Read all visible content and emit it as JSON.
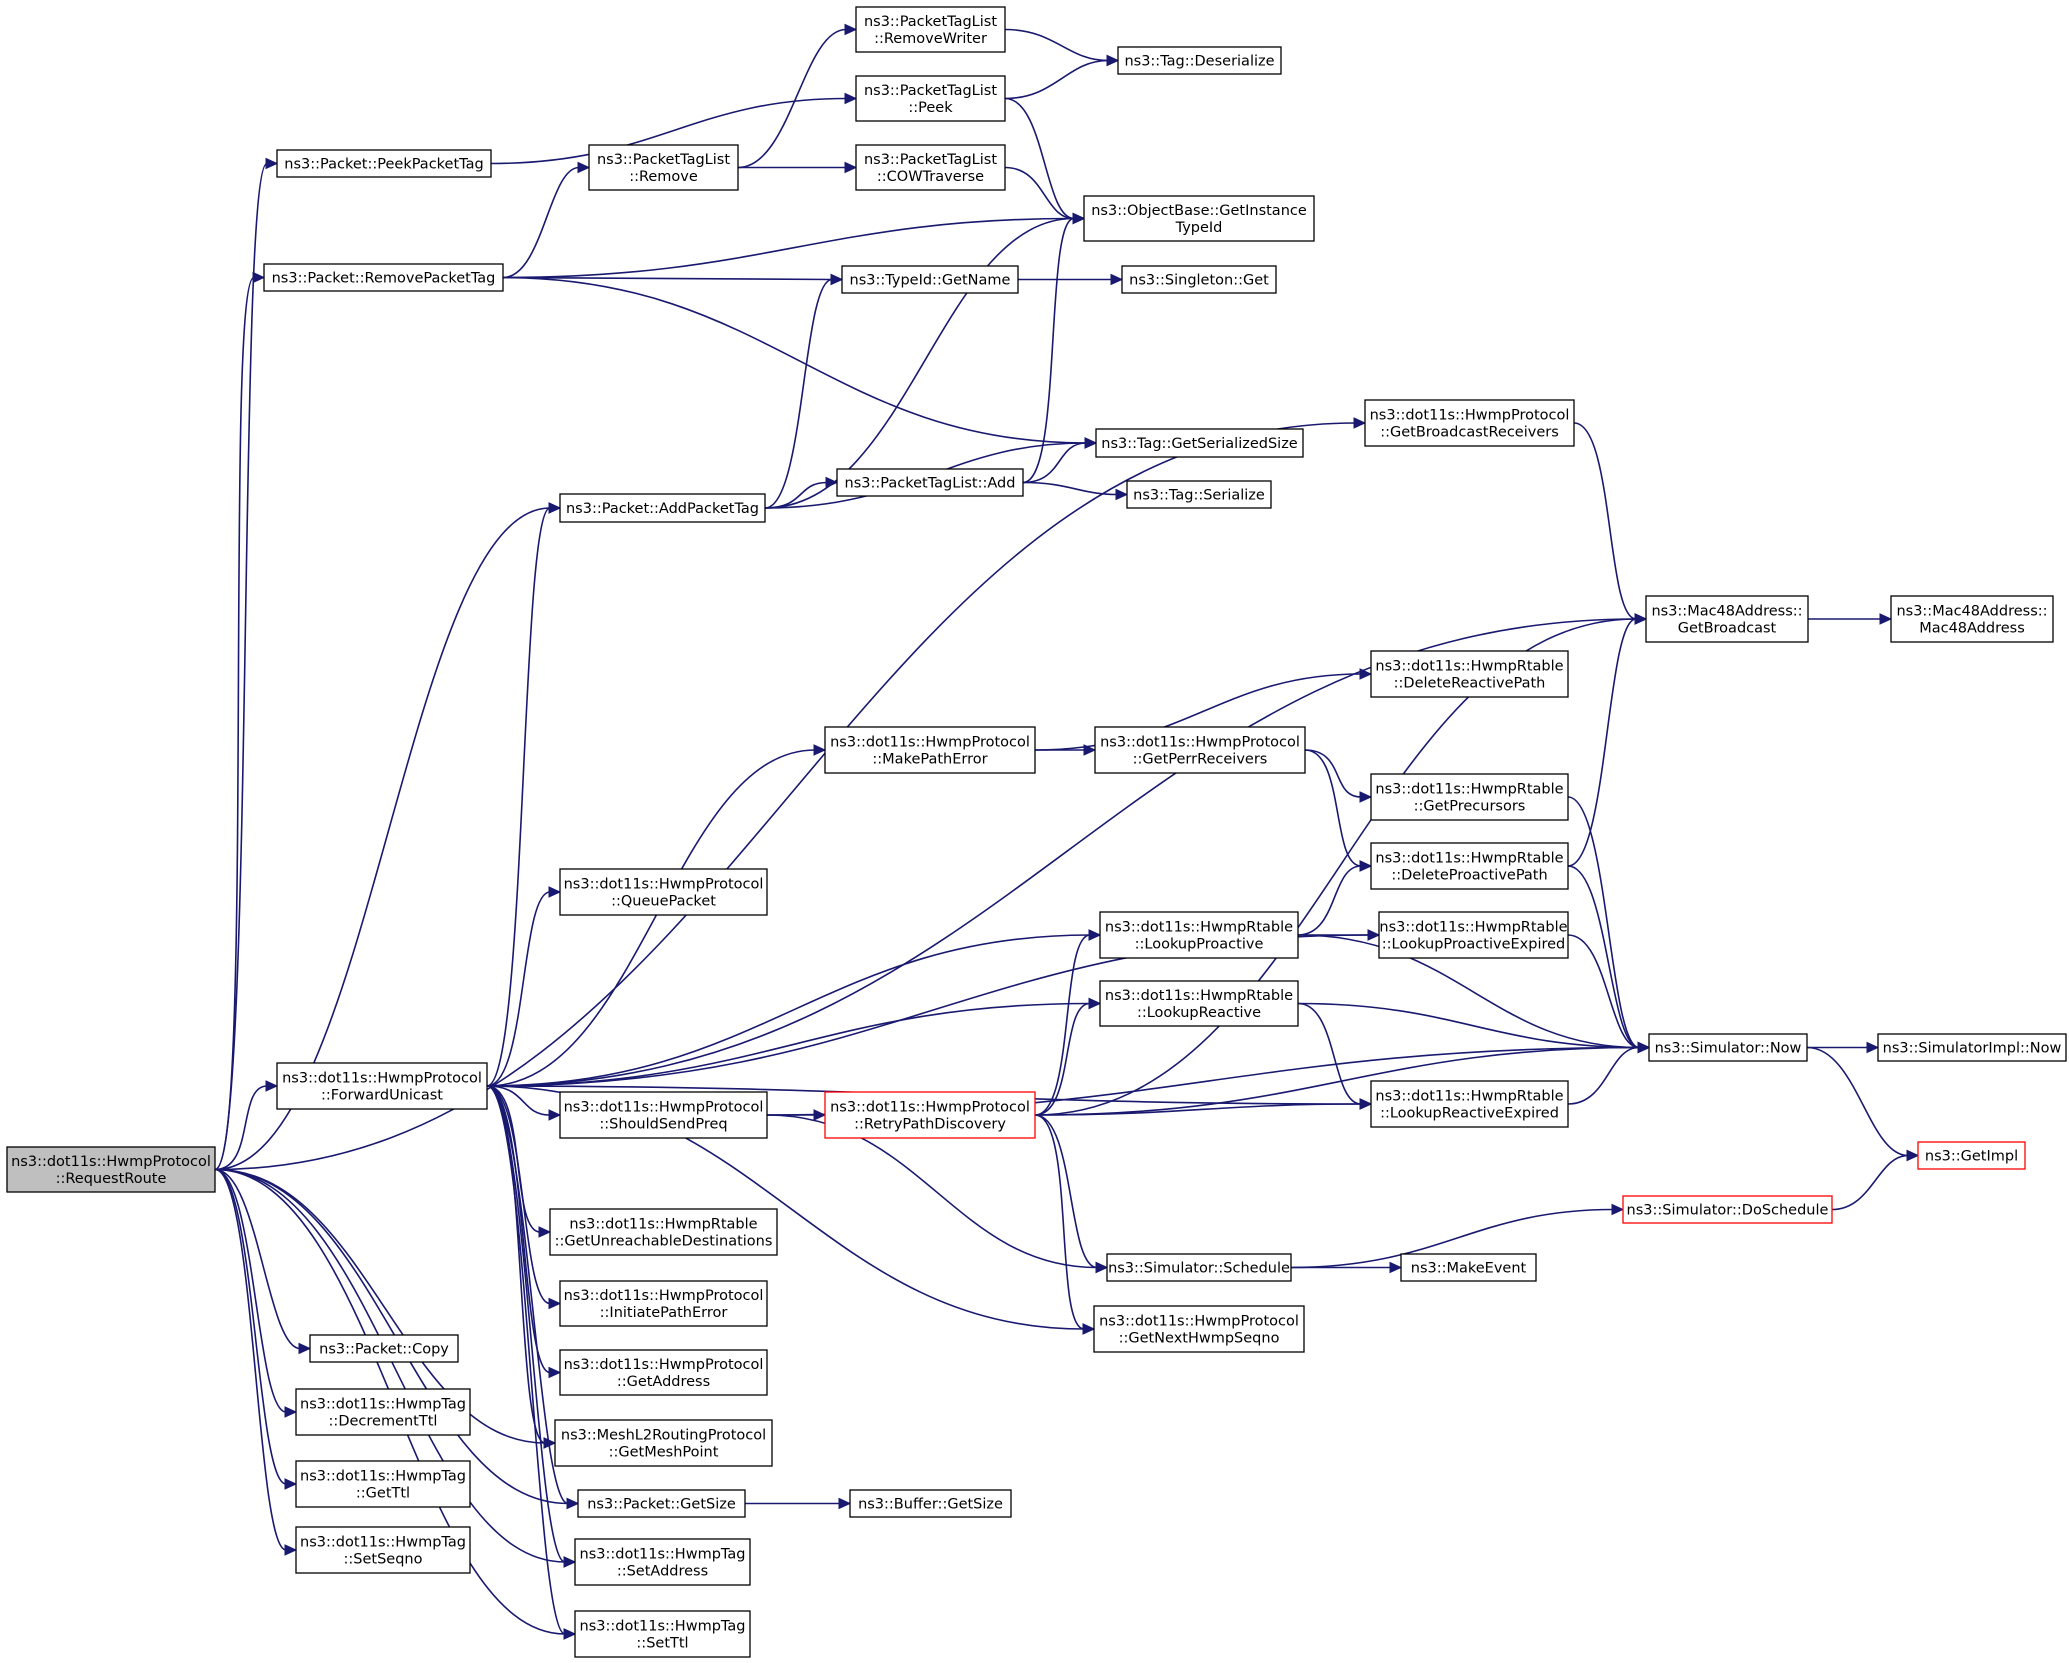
{
  "colors": {
    "edge": "#191970",
    "root_fill": "#bfbfbf",
    "truncated_border": "#ff0000"
  },
  "nodes": [
    {
      "id": "root",
      "lines": [
        "ns3::dot11s::HwmpProtocol",
        "::RequestRoute"
      ],
      "style": "root"
    },
    {
      "id": "peekPacketTag",
      "lines": [
        "ns3::Packet::PeekPacketTag"
      ]
    },
    {
      "id": "removePacketTag",
      "lines": [
        "ns3::Packet::RemovePacketTag"
      ]
    },
    {
      "id": "addPacketTag",
      "lines": [
        "ns3::Packet::AddPacketTag"
      ]
    },
    {
      "id": "forwardUnicast",
      "lines": [
        "ns3::dot11s::HwmpProtocol",
        "::ForwardUnicast"
      ]
    },
    {
      "id": "packetCopy",
      "lines": [
        "ns3::Packet::Copy"
      ]
    },
    {
      "id": "decrementTtl",
      "lines": [
        "ns3::dot11s::HwmpTag",
        "::DecrementTtl"
      ]
    },
    {
      "id": "getTtl",
      "lines": [
        "ns3::dot11s::HwmpTag",
        "::GetTtl"
      ]
    },
    {
      "id": "setSeqno",
      "lines": [
        "ns3::dot11s::HwmpTag",
        "::SetSeqno"
      ]
    },
    {
      "id": "ptlRemove",
      "lines": [
        "ns3::PacketTagList",
        "::Remove"
      ]
    },
    {
      "id": "queuePacket",
      "lines": [
        "ns3::dot11s::HwmpProtocol",
        "::QueuePacket"
      ]
    },
    {
      "id": "shouldSendPreq",
      "lines": [
        "ns3::dot11s::HwmpProtocol",
        "::ShouldSendPreq"
      ]
    },
    {
      "id": "getUnreachable",
      "lines": [
        "ns3::dot11s::HwmpRtable",
        "::GetUnreachableDestinations"
      ]
    },
    {
      "id": "initiatePathError",
      "lines": [
        "ns3::dot11s::HwmpProtocol",
        "::InitiatePathError"
      ]
    },
    {
      "id": "getAddress",
      "lines": [
        "ns3::dot11s::HwmpProtocol",
        "::GetAddress"
      ]
    },
    {
      "id": "getMeshPoint",
      "lines": [
        "ns3::MeshL2RoutingProtocol",
        "::GetMeshPoint"
      ]
    },
    {
      "id": "packetGetSize",
      "lines": [
        "ns3::Packet::GetSize"
      ]
    },
    {
      "id": "setAddress",
      "lines": [
        "ns3::dot11s::HwmpTag",
        "::SetAddress"
      ]
    },
    {
      "id": "setTtl",
      "lines": [
        "ns3::dot11s::HwmpTag",
        "::SetTtl"
      ]
    },
    {
      "id": "ptlRemoveWriter",
      "lines": [
        "ns3::PacketTagList",
        "::RemoveWriter"
      ]
    },
    {
      "id": "ptlPeek",
      "lines": [
        "ns3::PacketTagList",
        "::Peek"
      ]
    },
    {
      "id": "ptlCowTraverse",
      "lines": [
        "ns3::PacketTagList",
        "::COWTraverse"
      ]
    },
    {
      "id": "typeIdGetName",
      "lines": [
        "ns3::TypeId::GetName"
      ]
    },
    {
      "id": "ptlAdd",
      "lines": [
        "ns3::PacketTagList::Add"
      ]
    },
    {
      "id": "makePathError",
      "lines": [
        "ns3::dot11s::HwmpProtocol",
        "::MakePathError"
      ]
    },
    {
      "id": "retryPathDiscovery",
      "lines": [
        "ns3::dot11s::HwmpProtocol",
        "::RetryPathDiscovery"
      ],
      "style": "truncated"
    },
    {
      "id": "bufferGetSize",
      "lines": [
        "ns3::Buffer::GetSize"
      ]
    },
    {
      "id": "tagDeserialize",
      "lines": [
        "ns3::Tag::Deserialize"
      ]
    },
    {
      "id": "getInstanceTypeId",
      "lines": [
        "ns3::ObjectBase::GetInstance",
        "TypeId"
      ]
    },
    {
      "id": "singletonGet",
      "lines": [
        "ns3::Singleton::Get"
      ]
    },
    {
      "id": "tagGetSerializedSize",
      "lines": [
        "ns3::Tag::GetSerializedSize"
      ]
    },
    {
      "id": "tagSerialize",
      "lines": [
        "ns3::Tag::Serialize"
      ]
    },
    {
      "id": "getPerrReceivers",
      "lines": [
        "ns3::dot11s::HwmpProtocol",
        "::GetPerrReceivers"
      ]
    },
    {
      "id": "lookupProactive",
      "lines": [
        "ns3::dot11s::HwmpRtable",
        "::LookupProactive"
      ]
    },
    {
      "id": "lookupReactive",
      "lines": [
        "ns3::dot11s::HwmpRtable",
        "::LookupReactive"
      ]
    },
    {
      "id": "simSchedule",
      "lines": [
        "ns3::Simulator::Schedule"
      ]
    },
    {
      "id": "getNextHwmpSeqno",
      "lines": [
        "ns3::dot11s::HwmpProtocol",
        "::GetNextHwmpSeqno"
      ]
    },
    {
      "id": "getBroadcastReceivers",
      "lines": [
        "ns3::dot11s::HwmpProtocol",
        "::GetBroadcastReceivers"
      ]
    },
    {
      "id": "deleteReactivePath",
      "lines": [
        "ns3::dot11s::HwmpRtable",
        "::DeleteReactivePath"
      ]
    },
    {
      "id": "getPrecursors",
      "lines": [
        "ns3::dot11s::HwmpRtable",
        "::GetPrecursors"
      ]
    },
    {
      "id": "deleteProactivePath",
      "lines": [
        "ns3::dot11s::HwmpRtable",
        "::DeleteProactivePath"
      ]
    },
    {
      "id": "lookupProactiveExpired",
      "lines": [
        "ns3::dot11s::HwmpRtable",
        "::LookupProactiveExpired"
      ]
    },
    {
      "id": "lookupReactiveExpired",
      "lines": [
        "ns3::dot11s::HwmpRtable",
        "::LookupReactiveExpired"
      ]
    },
    {
      "id": "makeEvent",
      "lines": [
        "ns3::MakeEvent"
      ]
    },
    {
      "id": "getBroadcast",
      "lines": [
        "ns3::Mac48Address::",
        "GetBroadcast"
      ]
    },
    {
      "id": "simNow",
      "lines": [
        "ns3::Simulator::Now"
      ]
    },
    {
      "id": "doSchedule",
      "lines": [
        "ns3::Simulator::DoSchedule"
      ],
      "style": "truncated"
    },
    {
      "id": "mac48Address",
      "lines": [
        "ns3::Mac48Address::",
        "Mac48Address"
      ]
    },
    {
      "id": "simImplNow",
      "lines": [
        "ns3::SimulatorImpl::Now"
      ]
    },
    {
      "id": "getImpl",
      "lines": [
        "ns3::GetImpl"
      ],
      "style": "truncated"
    }
  ],
  "edges": [
    [
      "root",
      "peekPacketTag"
    ],
    [
      "root",
      "removePacketTag"
    ],
    [
      "root",
      "getBroadcastReceivers"
    ],
    [
      "root",
      "addPacketTag"
    ],
    [
      "root",
      "forwardUnicast"
    ],
    [
      "root",
      "packetCopy"
    ],
    [
      "root",
      "decrementTtl"
    ],
    [
      "root",
      "getTtl"
    ],
    [
      "root",
      "setSeqno"
    ],
    [
      "root",
      "getMeshPoint"
    ],
    [
      "root",
      "packetGetSize"
    ],
    [
      "root",
      "setAddress"
    ],
    [
      "root",
      "setTtl"
    ],
    [
      "peekPacketTag",
      "ptlPeek"
    ],
    [
      "removePacketTag",
      "ptlRemove"
    ],
    [
      "removePacketTag",
      "getInstanceTypeId"
    ],
    [
      "removePacketTag",
      "typeIdGetName"
    ],
    [
      "removePacketTag",
      "tagGetSerializedSize"
    ],
    [
      "ptlRemove",
      "ptlRemoveWriter"
    ],
    [
      "ptlRemove",
      "ptlCowTraverse"
    ],
    [
      "ptlRemoveWriter",
      "tagDeserialize"
    ],
    [
      "ptlPeek",
      "tagDeserialize"
    ],
    [
      "ptlPeek",
      "getInstanceTypeId"
    ],
    [
      "ptlCowTraverse",
      "getInstanceTypeId"
    ],
    [
      "typeIdGetName",
      "singletonGet"
    ],
    [
      "addPacketTag",
      "typeIdGetName"
    ],
    [
      "addPacketTag",
      "getInstanceTypeId"
    ],
    [
      "addPacketTag",
      "ptlAdd"
    ],
    [
      "addPacketTag",
      "tagGetSerializedSize"
    ],
    [
      "ptlAdd",
      "getInstanceTypeId"
    ],
    [
      "ptlAdd",
      "tagGetSerializedSize"
    ],
    [
      "ptlAdd",
      "tagSerialize"
    ],
    [
      "getBroadcastReceivers",
      "getBroadcast"
    ],
    [
      "getBroadcast",
      "mac48Address"
    ],
    [
      "forwardUnicast",
      "addPacketTag"
    ],
    [
      "forwardUnicast",
      "getBroadcast"
    ],
    [
      "forwardUnicast",
      "makePathError"
    ],
    [
      "forwardUnicast",
      "lookupProactiveExpired"
    ],
    [
      "forwardUnicast",
      "queuePacket"
    ],
    [
      "forwardUnicast",
      "lookupProactive"
    ],
    [
      "forwardUnicast",
      "lookupReactive"
    ],
    [
      "forwardUnicast",
      "lookupReactiveExpired"
    ],
    [
      "forwardUnicast",
      "shouldSendPreq"
    ],
    [
      "forwardUnicast",
      "getUnreachable"
    ],
    [
      "forwardUnicast",
      "initiatePathError"
    ],
    [
      "forwardUnicast",
      "getAddress"
    ],
    [
      "forwardUnicast",
      "getMeshPoint"
    ],
    [
      "forwardUnicast",
      "packetGetSize"
    ],
    [
      "forwardUnicast",
      "setAddress"
    ],
    [
      "forwardUnicast",
      "setTtl"
    ],
    [
      "forwardUnicast",
      "getNextHwmpSeqno"
    ],
    [
      "makePathError",
      "getPerrReceivers"
    ],
    [
      "makePathError",
      "deleteReactivePath"
    ],
    [
      "getPerrReceivers",
      "getPrecursors"
    ],
    [
      "getPerrReceivers",
      "deleteProactivePath"
    ],
    [
      "lookupProactive",
      "deleteProactivePath"
    ],
    [
      "lookupProactive",
      "lookupProactiveExpired"
    ],
    [
      "lookupProactive",
      "simNow"
    ],
    [
      "lookupReactive",
      "simNow"
    ],
    [
      "lookupReactive",
      "lookupReactiveExpired"
    ],
    [
      "shouldSendPreq",
      "retryPathDiscovery"
    ],
    [
      "shouldSendPreq",
      "simSchedule"
    ],
    [
      "shouldSendPreq",
      "simNow"
    ],
    [
      "retryPathDiscovery",
      "getBroadcast"
    ],
    [
      "retryPathDiscovery",
      "lookupProactive"
    ],
    [
      "retryPathDiscovery",
      "lookupReactive"
    ],
    [
      "retryPathDiscovery",
      "lookupReactiveExpired"
    ],
    [
      "retryPathDiscovery",
      "simNow"
    ],
    [
      "retryPathDiscovery",
      "simSchedule"
    ],
    [
      "retryPathDiscovery",
      "getNextHwmpSeqno"
    ],
    [
      "simSchedule",
      "makeEvent"
    ],
    [
      "simSchedule",
      "doSchedule"
    ],
    [
      "getPrecursors",
      "simNow"
    ],
    [
      "deleteProactivePath",
      "getBroadcast"
    ],
    [
      "deleteProactivePath",
      "simNow"
    ],
    [
      "lookupProactiveExpired",
      "simNow"
    ],
    [
      "lookupReactiveExpired",
      "simNow"
    ],
    [
      "simNow",
      "simImplNow"
    ],
    [
      "simNow",
      "getImpl"
    ],
    [
      "doSchedule",
      "getImpl"
    ],
    [
      "packetGetSize",
      "bufferGetSize"
    ]
  ]
}
